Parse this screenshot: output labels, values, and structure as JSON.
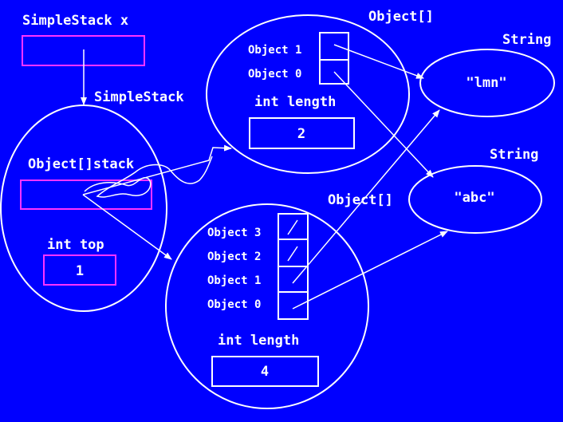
{
  "labels": {
    "var_x": "SimpleStack x",
    "simplestack_type": "SimpleStack",
    "stack_field": "Object[]stack",
    "top_field": "int top",
    "top_value": "1",
    "arr1_type": "Object[]",
    "arr1_slot1": "Object 1",
    "arr1_slot0": "Object 0",
    "arr1_length_label": "int length",
    "arr1_length_value": "2",
    "arr2_type": "Object[]",
    "arr2_slot3": "Object 3",
    "arr2_slot2": "Object 2",
    "arr2_slot1": "Object 1",
    "arr2_slot0": "Object 0",
    "arr2_length_label": "int length",
    "arr2_length_value": "4",
    "str1_type": "String",
    "str1_value": "\"lmn\"",
    "str2_type": "String",
    "str2_value": "\"abc\""
  },
  "colors": {
    "background": "#0000ff",
    "foreground": "#ffffff",
    "variable_box": "#ff33ff"
  }
}
